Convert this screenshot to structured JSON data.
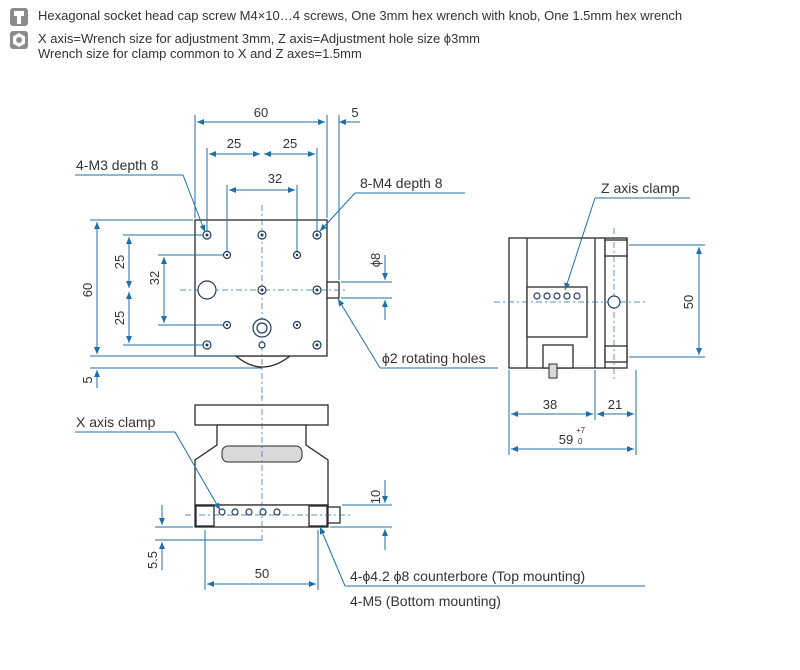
{
  "header": {
    "line1": "Hexagonal socket head cap screw M4×10…4 screws, One 3mm hex wrench with knob, One 1.5mm hex wrench",
    "line2": "X axis=Wrench size for adjustment 3mm, Z axis=Adjustment hole size ϕ3mm",
    "line3": "Wrench size for clamp common to X and Z axes=1.5mm",
    "icon1": "hex-socket-screw-icon",
    "icon2": "hex-nut-icon"
  },
  "top_view": {
    "dim_60_top": "60",
    "dim_5_top": "5",
    "dim_25_left": "25",
    "dim_25_right": "25",
    "dim_32_top": "32",
    "dim_60_left": "60",
    "dim_25_upper": "25",
    "dim_32_left": "32",
    "dim_25_lower": "25",
    "dim_5_bottom": "5",
    "dim_8_phi": "ϕ8",
    "label_m3": "4-M3 depth 8",
    "label_m4": "8-M4 depth 8",
    "label_rotating": "ϕ2 rotating holes"
  },
  "side_view": {
    "label_z_clamp": "Z axis clamp",
    "dim_50": "50",
    "dim_38": "38",
    "dim_21": "21",
    "dim_59": "59",
    "dim_59_tol_upper": "+7",
    "dim_59_tol_lower": "0"
  },
  "front_view": {
    "label_x_clamp": "X axis clamp",
    "dim_10": "10",
    "dim_5_5": "5.5",
    "dim_50": "50",
    "label_counterbore": "4-ϕ4.2 ϕ8 counterbore (Top mounting)",
    "label_m5": "4-M5 (Bottom mounting)"
  }
}
